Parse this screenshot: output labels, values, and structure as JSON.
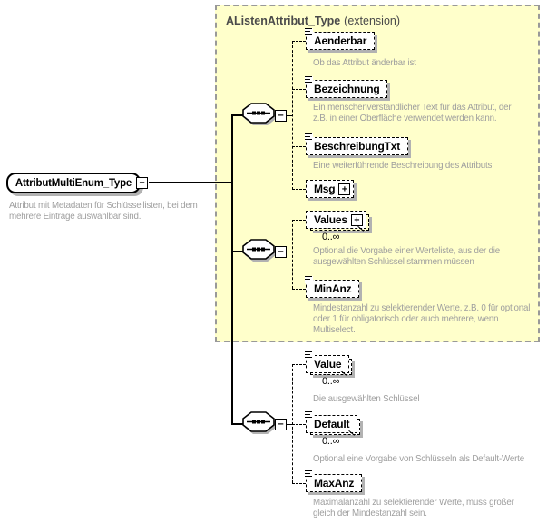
{
  "root": {
    "name": "AttributMultiEnum_Type",
    "description": "Attribut mit Metadaten für Schlüssellisten, bei dem\nmehrere Einträge auswählbar sind."
  },
  "extension_box": {
    "title": "AListenAttribut_Type",
    "label": "(extension)"
  },
  "icons": {
    "collapse": "−",
    "expand": "+"
  },
  "elements": {
    "aenderbar": {
      "name": "Aenderbar",
      "description": "Ob das Attribut änderbar ist"
    },
    "bezeichnung": {
      "name": "Bezeichnung",
      "description": "Ein menschenverständlicher Text für das Attribut, der\nz.B. in einer Oberfläche verwendet werden kann."
    },
    "beschreibungtxt": {
      "name": "BeschreibungTxt",
      "description": "Eine weiterführende Beschreibung des Attributs."
    },
    "msg": {
      "name": "Msg"
    },
    "values": {
      "name": "Values",
      "cardinality": "0..∞",
      "description": "Optional die Vorgabe einer Werteliste, aus der die\nausgewählten Schlüssel stammen müssen"
    },
    "minanz": {
      "name": "MinAnz",
      "description": "Mindestanzahl zu selektierender Werte, z.B. 0 für optional\noder 1 für obligatorisch oder auch mehrere, wenn\nMultiselect."
    },
    "value": {
      "name": "Value",
      "cardinality": "0..∞",
      "description": "Die ausgewählten Schlüssel"
    },
    "default": {
      "name": "Default",
      "cardinality": "0..∞",
      "description": "Optional eine Vorgabe von Schlüsseln als Default-Werte"
    },
    "maxanz": {
      "name": "MaxAnz",
      "description": "Maximalanzahl zu selektierender Werte, muss größer\ngleich der Mindestanzahl sein."
    }
  },
  "colors": {
    "extension_bg": "#ffffcb",
    "extension_border": "#999999",
    "description_text": "#9e9e9e",
    "shadow": "#b2b2b2"
  }
}
